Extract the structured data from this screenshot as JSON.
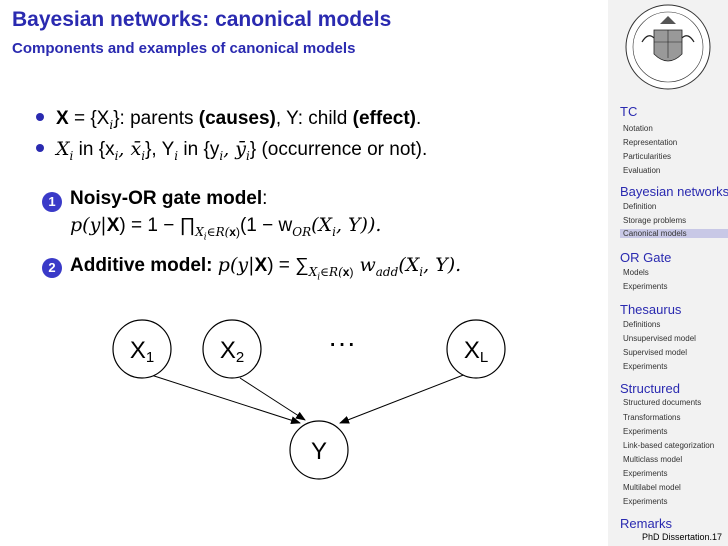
{
  "header": {
    "title": "Bayesian networks: canonical models",
    "subtitle": "Components and examples of canonical models"
  },
  "colors": {
    "accent": "#2a2ab0",
    "badge": "#3a3ac8",
    "sidebar_bg": "#f2f2f2",
    "active_bg": "#c8c8e6"
  },
  "bullets": [
    {
      "x": "X",
      "eq": " = {X",
      "xi": "i",
      "close": "}: parents ",
      "causes": "(causes)",
      "mid": ", Y: child ",
      "effect": "(effect)",
      "end": "."
    },
    {
      "a": "X",
      "ai": "i",
      "b": " in {x",
      "bi": "i",
      "c": ", x̄",
      "ci": "i",
      "d": "}, Y",
      "di": "i",
      "e": " in {y",
      "ei": "i",
      "f": ", ȳ",
      "fi": "i",
      "g": "} (occurrence or not)."
    }
  ],
  "models": [
    {
      "num": "1",
      "name": "Noisy-OR gate model",
      "colon": ":",
      "formula_a": "p(y|",
      "formula_X": "X",
      "formula_b": ") = 1 − ∏",
      "formula_sub": "X",
      "formula_subi": "i",
      "formula_subb": "∈R(",
      "formula_subX": "x",
      "formula_subc": ")",
      "formula_c": "(1 − w",
      "formula_or": "OR",
      "formula_d": "(X",
      "formula_di": "i",
      "formula_e": ", Y))."
    },
    {
      "num": "2",
      "name": "Additive model: ",
      "formula_a": "p(y|",
      "formula_X": "X",
      "formula_b": ") = ∑",
      "formula_sub": "X",
      "formula_subi": "i",
      "formula_subb": "∈R(",
      "formula_subX": "x",
      "formula_subc": ")",
      "formula_c": " w",
      "formula_add": "add",
      "formula_d": "(X",
      "formula_di": "i",
      "formula_e": ", Y)."
    }
  ],
  "diagram": {
    "nodes": [
      {
        "label": "X",
        "sub": "1"
      },
      {
        "label": "X",
        "sub": "2"
      },
      {
        "label": "X",
        "sub": "L"
      },
      {
        "label": "Y",
        "sub": ""
      }
    ],
    "ellipsis": "···"
  },
  "sidebar": {
    "sections": [
      {
        "title": "TC",
        "items": [
          "Notation",
          "Representation",
          "Particularities",
          "Evaluation"
        ]
      },
      {
        "title": "Bayesian networks",
        "items": [
          "Definition",
          "Storage problems",
          "Canonical models"
        ]
      },
      {
        "title": "OR Gate",
        "items": [
          "Models",
          "Experiments"
        ]
      },
      {
        "title": "Thesaurus",
        "items": [
          "Definitions",
          "Unsupervised model",
          "Supervised model",
          "Experiments"
        ]
      },
      {
        "title": "Structured",
        "items": [
          "Structured documents",
          "Transformations",
          "Experiments",
          "Link-based categorization",
          "Multiclass model",
          "Experiments",
          "Multilabel model",
          "Experiments"
        ]
      },
      {
        "title": "Remarks",
        "items": []
      }
    ],
    "active_item": "Canonical models",
    "footer": "PhD Dissertation.17"
  }
}
